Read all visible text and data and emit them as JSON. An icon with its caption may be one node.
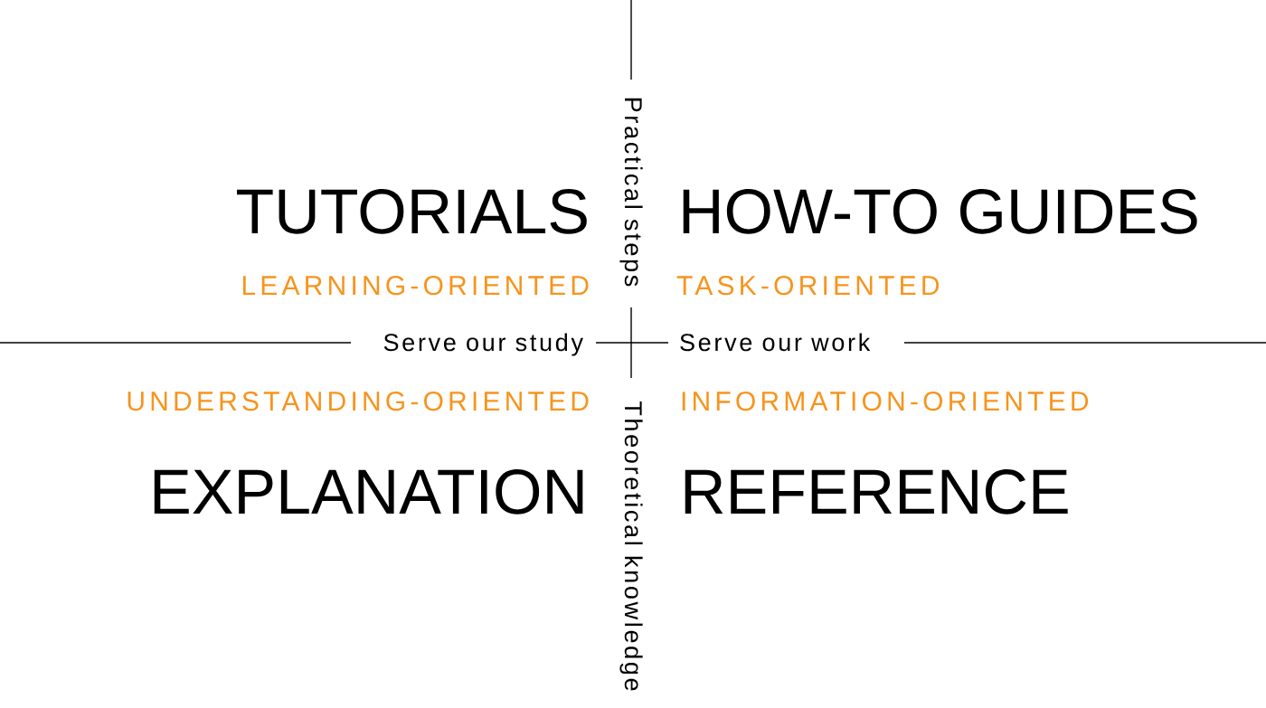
{
  "diagram": {
    "labels": [
      "Practical steps",
      "TUTORIALS",
      "HOW-TO GUIDES",
      "LEARNING-ORIENTED",
      "TASK-ORIENTED",
      "Serve our study",
      "Serve our work",
      "UNDERSTANDING-ORIENTED",
      "INFORMATION-ORIENTED",
      "Theoretical knowledge",
      "EXPLANATION",
      "REFERENCE"
    ]
  }
}
